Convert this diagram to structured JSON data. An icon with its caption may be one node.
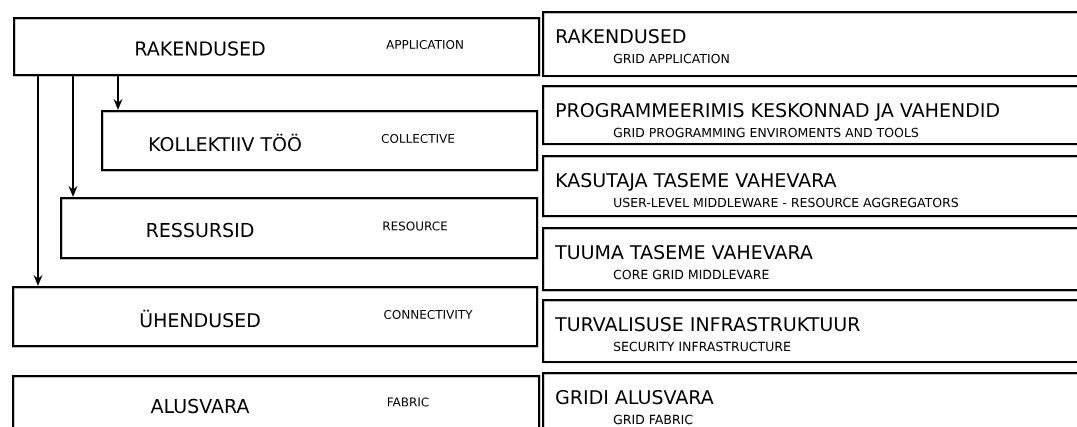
{
  "diagram": {
    "nodes": [
      {
        "text": [
          "RAKENDUSED",
          "APPLICATION"
        ]
      },
      {
        "text": [
          "KOLLEKTIIV TÖÖ",
          "COLLECTIVE"
        ]
      },
      {
        "text": [
          "RESSURSID",
          "RESOURCE"
        ]
      },
      {
        "text": [
          "ÜHENDUSED",
          "CONNECTIVITY"
        ]
      },
      {
        "text": [
          "ALUSVARA",
          "FABRIC"
        ]
      },
      {
        "text": [
          "RAKENDUSED",
          "GRID  APPLICATION"
        ]
      },
      {
        "text": [
          "PROGRAMMEERIMIS KESKONNAD JA VAHENDID",
          "GRID PROGRAMMING ENVIROMENTS AND TOOLS"
        ]
      },
      {
        "text": [
          "KASUTAJA TASEME VAHEVARA",
          "USER-LEVEL MIDDLEWARE - RESOURCE AGGREGATORS"
        ]
      },
      {
        "text": [
          "TUUMA TASEME VAHEVARA",
          "CORE GRID MIDDLEVARE"
        ]
      },
      {
        "text": [
          "TURVALISUSE INFRASTRUKTUUR",
          "SECURITY INFRASTRUCTURE"
        ]
      },
      {
        "text": [
          "GRIDI ALUSVARA",
          "GRID FABRIC"
        ]
      }
    ],
    "edges": [
      {
        "from": 0,
        "to": 1,
        "arrow": "to"
      },
      {
        "from": 0,
        "to": 2,
        "arrow": "to"
      },
      {
        "from": 0,
        "to": 3,
        "arrow": "to"
      }
    ]
  }
}
